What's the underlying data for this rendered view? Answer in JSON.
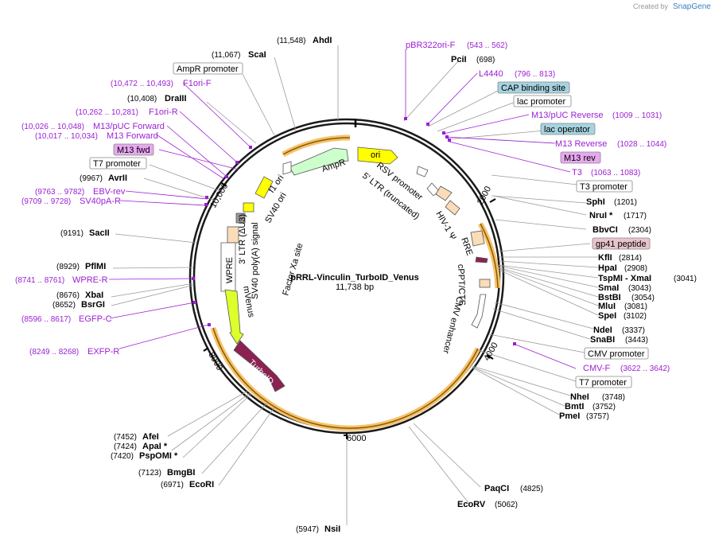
{
  "credit": {
    "created_by": "Created by",
    "brand": "SnapGene"
  },
  "plasmid": {
    "name": "pRRL-Vinculin_TurboID_Venus",
    "size": "11,738 bp"
  },
  "ticks": [
    "2000",
    "4000",
    "6000",
    "8000",
    "10,000"
  ],
  "restriction_sites": [
    {
      "name": "AhdI",
      "pos": "(11,548)"
    },
    {
      "name": "ScaI",
      "pos": "(11,067)"
    },
    {
      "name": "DraIII",
      "pos": "(10,408)"
    },
    {
      "name": "AvrII",
      "pos": "(9967)"
    },
    {
      "name": "SacII",
      "pos": "(9191)"
    },
    {
      "name": "PflMI",
      "pos": "(8929)"
    },
    {
      "name": "XbaI",
      "pos": "(8676)"
    },
    {
      "name": "BsrGI",
      "pos": "(8652)"
    },
    {
      "name": "AfeI",
      "pos": "(7452)"
    },
    {
      "name": "ApaI *",
      "pos": "(7424)"
    },
    {
      "name": "PspOMI *",
      "pos": "(7420)"
    },
    {
      "name": "BmgBI",
      "pos": "(7123)"
    },
    {
      "name": "EcoRI",
      "pos": "(6971)"
    },
    {
      "name": "NsiI",
      "pos": "(5947)"
    },
    {
      "name": "PciI",
      "pos": "(698)"
    },
    {
      "name": "SphI",
      "pos": "(1201)"
    },
    {
      "name": "NruI *",
      "pos": "(1717)"
    },
    {
      "name": "BbvCI",
      "pos": "(2304)"
    },
    {
      "name": "KflI",
      "pos": "(2814)"
    },
    {
      "name": "HpaI",
      "pos": "(2908)"
    },
    {
      "name": "TspMI - XmaI",
      "pos": "(3041)"
    },
    {
      "name": "SmaI",
      "pos": "(3043)"
    },
    {
      "name": "BstBI",
      "pos": "(3054)"
    },
    {
      "name": "MluI",
      "pos": "(3081)"
    },
    {
      "name": "SpeI",
      "pos": "(3102)"
    },
    {
      "name": "NdeI",
      "pos": "(3337)"
    },
    {
      "name": "SnaBI",
      "pos": "(3443)"
    },
    {
      "name": "NheI",
      "pos": "(3748)"
    },
    {
      "name": "BmtI",
      "pos": "(3752)"
    },
    {
      "name": "PmeI",
      "pos": "(3757)"
    },
    {
      "name": "PaqCI",
      "pos": "(4825)"
    },
    {
      "name": "EcoRV",
      "pos": "(5062)"
    }
  ],
  "primer_features": [
    {
      "name": "F1ori-F",
      "pos": "(10,472 .. 10,493)"
    },
    {
      "name": "F1ori-R",
      "pos": "(10,262 .. 10,281)"
    },
    {
      "name": "M13/pUC Forward",
      "pos": "(10,026 .. 10,048)"
    },
    {
      "name": "M13 Forward",
      "pos": "(10,017 .. 10,034)"
    },
    {
      "name": "EBV-rev",
      "pos": "(9763 .. 9782)"
    },
    {
      "name": "SV40pA-R",
      "pos": "(9709 .. 9728)"
    },
    {
      "name": "WPRE-R",
      "pos": "(8741 .. 8761)"
    },
    {
      "name": "EGFP-C",
      "pos": "(8596 .. 8617)"
    },
    {
      "name": "EXFP-R",
      "pos": "(8249 .. 8268)"
    },
    {
      "name": "pBR322ori-F",
      "pos": "(543 .. 562)"
    },
    {
      "name": "L4440",
      "pos": "(796 .. 813)"
    },
    {
      "name": "M13/pUC Reverse",
      "pos": "(1009 .. 1031)"
    },
    {
      "name": "M13 Reverse",
      "pos": "(1028 .. 1044)"
    },
    {
      "name": "T3",
      "pos": "(1063 .. 1083)"
    },
    {
      "name": "CMV-F",
      "pos": "(3622 .. 3642)"
    }
  ],
  "boxed_labels": {
    "ampr_promoter": "AmpR promoter",
    "m13_fwd": "M13 fwd",
    "t7_promoter_left": "T7 promoter",
    "cap_binding_site": "CAP binding site",
    "lac_promoter": "lac promoter",
    "lac_operator": "lac operator",
    "m13_rev": "M13 rev",
    "t3_promoter": "T3 promoter",
    "gp41_peptide": "gp41 peptide",
    "cmv_promoter": "CMV promoter",
    "t7_promoter_right": "T7 promoter"
  },
  "inner_features": {
    "ori": "ori",
    "ampr": "AmpR",
    "f1_ori": "f1 ori",
    "sv40_ori": "SV40 ori",
    "rsv_promoter": "RSV promoter",
    "ltr_trunc": "5' LTR (truncated)",
    "hiv_psi": "HIV-1 Ψ",
    "rre": "RRE",
    "cppt": "cPPT/CTS",
    "cmv_enhancer": "CMV enhancer",
    "ltr3": "3' LTR (ΔU3)",
    "sv40_polya": "SV40 poly(A) signal",
    "wpre": "WPRE",
    "mvenus": "mVenus",
    "factor_xa": "Factor Xa site",
    "turboid": "TurboID"
  },
  "colors": {
    "ori": "#ffff00",
    "ampr": "#ccffcc",
    "f1_ori": "#ffff00",
    "mvenus": "#ddff2a",
    "turboid": "#8b2252",
    "ltr": "#fadcb8",
    "orange_arc": "#f5c26b",
    "primer": "#9b1fd3",
    "cap_box": "#a6d3e0",
    "m13_box": "#e7a8f0",
    "gp41_box": "#e8c4cc"
  }
}
